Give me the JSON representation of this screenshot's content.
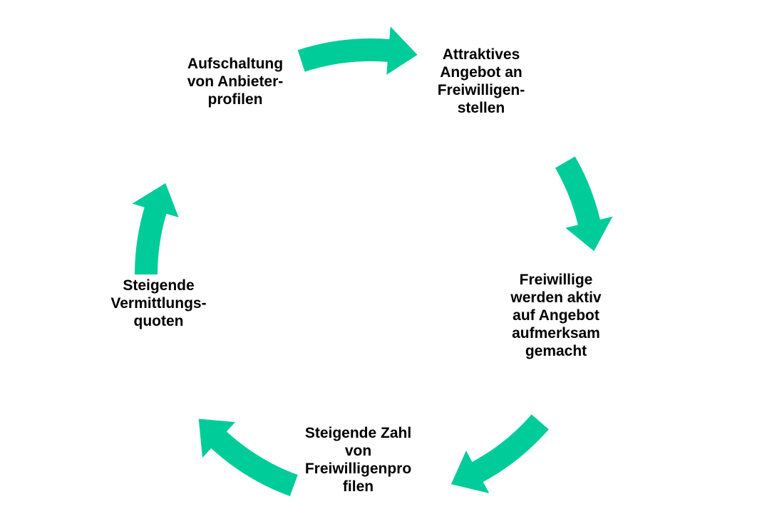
{
  "diagram": {
    "accent_color": "#00cc99",
    "text_color": "#000000",
    "nodes": [
      {
        "id": "profiles-published",
        "lines": [
          "Aufschaltung",
          "von Anbieter-",
          "profilen"
        ]
      },
      {
        "id": "attractive-offer",
        "lines": [
          "Attraktives",
          "Angebot an",
          "Freiwilligen-",
          "stellen"
        ]
      },
      {
        "id": "volunteers-attention",
        "lines": [
          "Freiwillige",
          "werden aktiv",
          "auf Angebot",
          "aufmerksam",
          "gemacht"
        ]
      },
      {
        "id": "growing-profiles",
        "lines": [
          "Steigende Zahl",
          "von",
          "Freiwilligenpro",
          "filen"
        ]
      },
      {
        "id": "rising-placement",
        "lines": [
          "Steigende",
          "Vermittlungs-",
          "quoten"
        ]
      }
    ],
    "arrows": [
      {
        "from": "profiles-published",
        "to": "attractive-offer"
      },
      {
        "from": "attractive-offer",
        "to": "volunteers-attention"
      },
      {
        "from": "volunteers-attention",
        "to": "growing-profiles"
      },
      {
        "from": "growing-profiles",
        "to": "rising-placement"
      },
      {
        "from": "rising-placement",
        "to": "profiles-published"
      }
    ]
  }
}
